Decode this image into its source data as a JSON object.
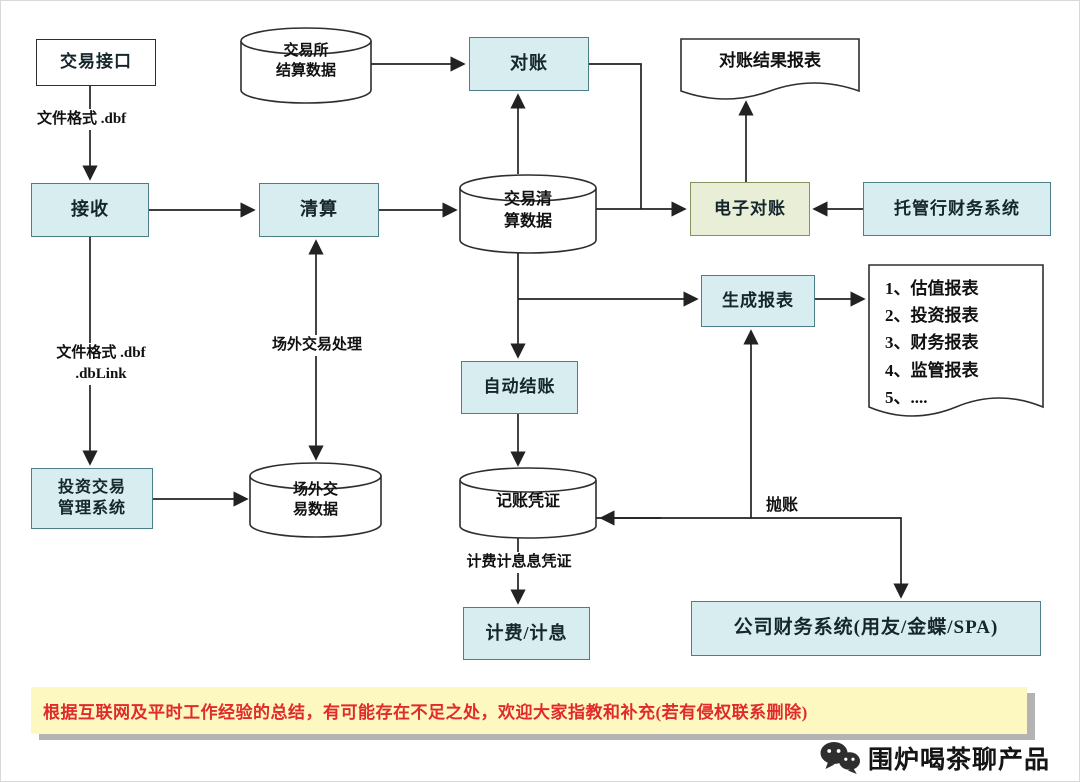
{
  "diagram": {
    "nodes": {
      "trade_interface": "交易接口",
      "receive": "接收",
      "clearing": "清算",
      "reconciliation": "对账",
      "exchange_settlement_data": "交易所\n结算数据",
      "trade_clearing_data": "交易清\n算数据",
      "electronic_reconciliation": "电子对账",
      "custodian_bank_finance_system": "托管行财务系统",
      "reconciliation_result_report": "对账结果报表",
      "generate_reports": "生成报表",
      "report_list": "1、估值报表\n2、投资报表\n3、财务报表\n4、监管报表\n5、....",
      "auto_closing": "自动结账",
      "investment_trading_mgmt_system": "投资交易\n管理系统",
      "otc_trade_data": "场外交\n易数据",
      "accounting_voucher": "记账凭证",
      "billing_interest": "计费/计息",
      "company_finance_system": "公司财务系统(用友/金蝶/SPA)"
    },
    "edge_labels": {
      "file_format_dbf": "文件格式 .dbf",
      "file_format_dbf_dblink": "文件格式 .dbf\n.dbLink",
      "otc_trade_processing": "场外交易处理",
      "billing_interest_voucher": "计费计息息凭证",
      "post_ledger": "抛账"
    }
  },
  "footer": {
    "disclaimer": "根据互联网及平时工作经验的总结，有可能存在不足之处，欢迎大家指教和补充(若有侵权联系删除)",
    "brand": "围炉喝茶聊产品"
  },
  "colors": {
    "node_fill_cyan": "#d7edef",
    "node_fill_green": "#e9efd6",
    "node_border": "#4d7f88",
    "line": "#222222",
    "banner_bg": "#fdf8bf",
    "banner_text": "#e12a2a"
  }
}
